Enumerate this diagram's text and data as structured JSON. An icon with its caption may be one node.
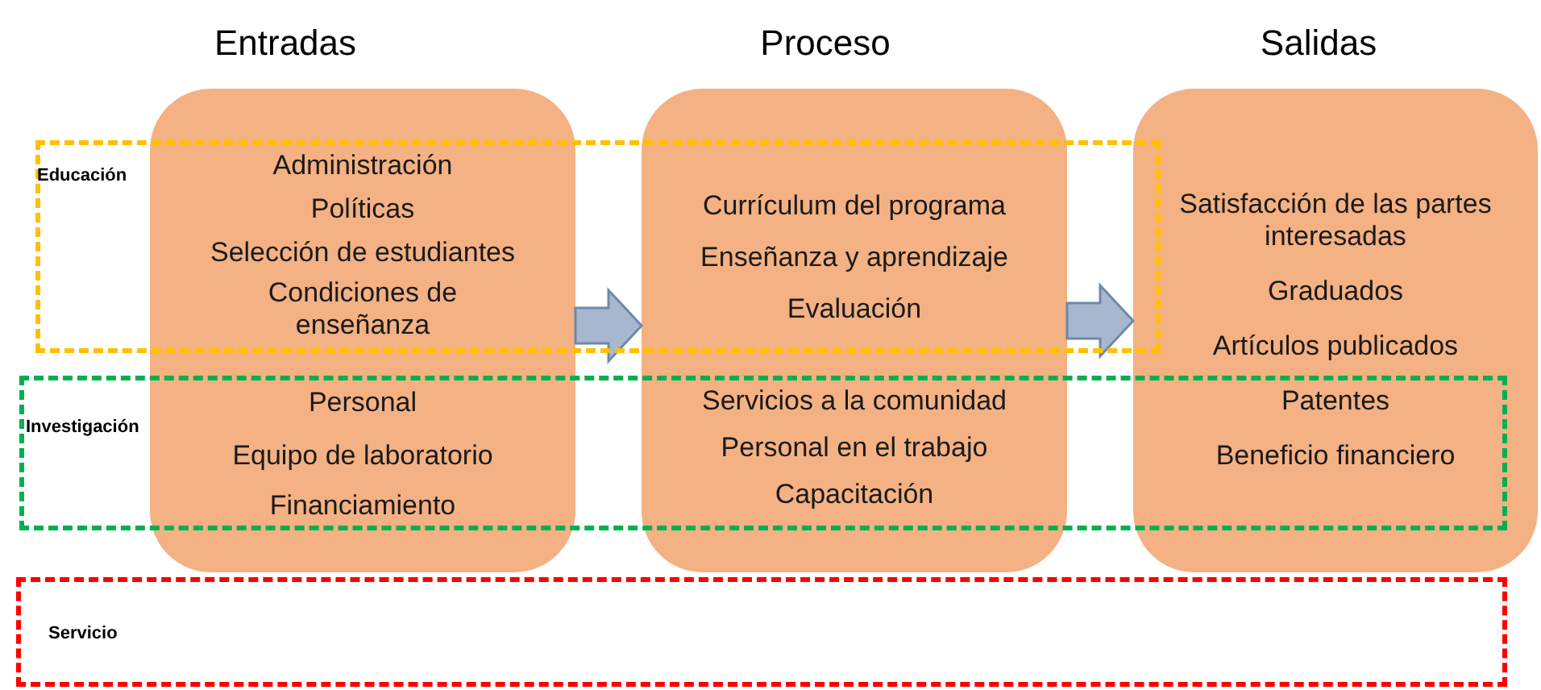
{
  "diagram": {
    "nodes": [
      {
        "text": [
          "Educación"
        ]
      },
      {
        "text": [
          "Administración",
          "Políticas",
          "Selección de estudiantes",
          "Condiciones de enseñanza",
          "Personal",
          "Equipo de laboratorio",
          "Financiamiento"
        ]
      },
      {
        "text": [
          "Currículum del programa",
          "Enseñanza y aprendizaje",
          "Evaluación",
          "Servicios a la comunidad",
          "Personal en el trabajo",
          "Capacitación"
        ]
      },
      {
        "text": [
          "Satisfacción de las partes interesadas",
          "Graduados",
          "Artículos publicados",
          "Patentes",
          "Beneficio financiero"
        ]
      },
      {
        "text": [
          "Investigación"
        ]
      },
      {
        "text": [
          "Servicio"
        ]
      }
    ],
    "edges": [
      {
        "from": 1,
        "to": 2,
        "arrow": "to"
      },
      {
        "from": 2,
        "to": 3,
        "arrow": "to"
      }
    ],
    "labels": [
      "Entradas",
      "Proceso",
      "Salidas"
    ]
  }
}
